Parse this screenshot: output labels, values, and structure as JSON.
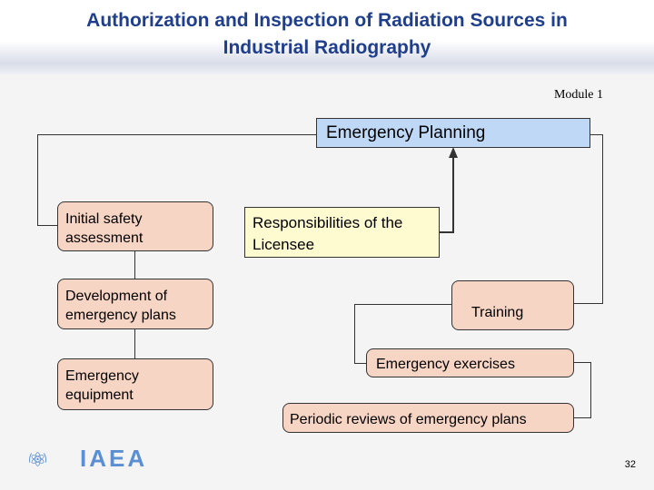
{
  "slide": {
    "title_line1": "Authorization and Inspection of Radiation Sources in",
    "title_line2": "Industrial Radiography",
    "module": "Module 1",
    "page_number": "32",
    "logo_text": "IAEA"
  },
  "diagram": {
    "emergency_planning": "Emergency Planning",
    "initial_safety_l1": "Initial safety",
    "initial_safety_l2": "assessment",
    "responsibilities_l1": "Responsibilities of the",
    "responsibilities_l2": "Licensee",
    "development_l1": "Development of",
    "development_l2": "emergency plans",
    "training": "Training",
    "equipment_l1": "Emergency",
    "equipment_l2": "equipment",
    "exercises": "Emergency exercises",
    "periodic_reviews": "Periodic reviews of emergency plans"
  },
  "colors": {
    "title": "#1f3f8c",
    "node_pink": "#f7d5c4",
    "node_blue": "#bfd8f5",
    "node_yellow": "#fffbd1",
    "logo": "#5b8fd4"
  }
}
